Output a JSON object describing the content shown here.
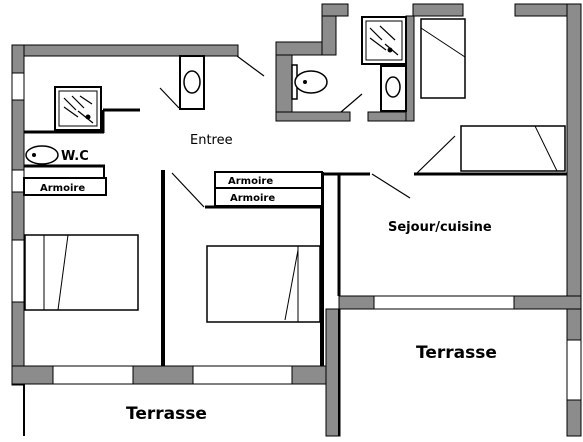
{
  "plan": {
    "labels": {
      "entree": "Entree",
      "wc": "W.C",
      "armoire_left": "Armoire",
      "armoire_top": "Armoire",
      "armoire_bottom": "Armoire",
      "sejour": "Sejour/cuisine",
      "terrasse_left": "Terrasse",
      "terrasse_right": "Terrasse"
    },
    "colors": {
      "wall": "#8c8c8c",
      "line": "#000000",
      "background": "#ffffff"
    }
  }
}
